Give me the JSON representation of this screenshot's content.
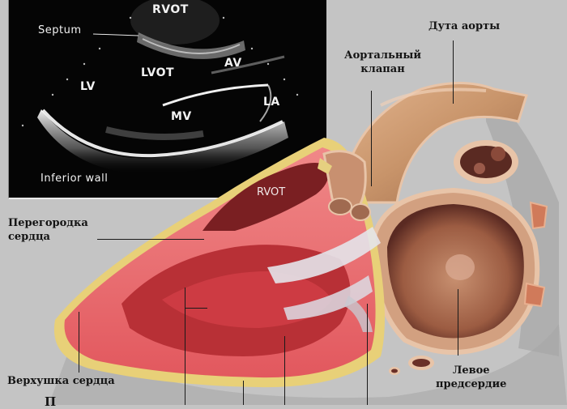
{
  "figure": {
    "description": "Parasternal long-axis echocardiogram with corresponding anatomical heart cross-section",
    "background_color": "#c4c4c4"
  },
  "echo_panel": {
    "labels": {
      "rvot": "RVOT",
      "septum": "Septum",
      "av": "AV",
      "lvot": "LVOT",
      "lv": "LV",
      "la": "LA",
      "mv": "MV",
      "inferior_wall": "Inferior wall"
    }
  },
  "anatomy": {
    "inner_label_rvot": "RVOT",
    "labels": {
      "aortic_arch": "Дута аорты",
      "aortic_valve_line1": "Аортальный",
      "aortic_valve_line2": "клапан",
      "septum_line1": "Перегородка",
      "septum_line2": "сердца",
      "apex": "Верхушка сердца",
      "left_atrium_line1": "Левое",
      "left_atrium_line2": "предсердие",
      "bottom_cut": "П"
    },
    "colors": {
      "myocardium": "#e8606a",
      "myocardium_light": "#f28a8a",
      "chamber_dark": "#7a1f22",
      "aorta": "#c89a72",
      "aorta_edge": "#e8c4a8",
      "atrium": "#b07850",
      "fat_yellow": "#e6d080",
      "valve_white": "#e4e4ea",
      "label_text": "#141414"
    }
  }
}
